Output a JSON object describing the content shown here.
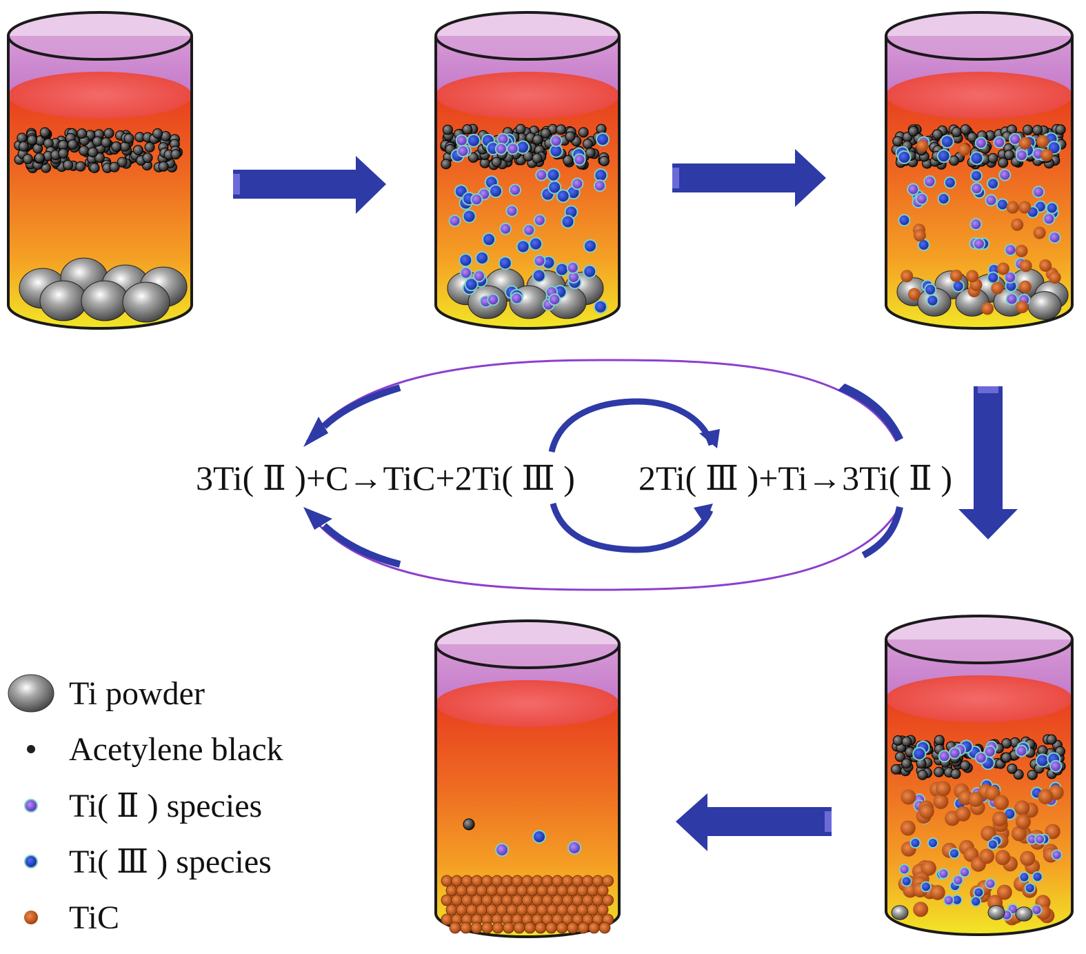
{
  "equations": {
    "left": "3Ti( Ⅱ )+C→TiC+2Ti( Ⅲ )",
    "right": "2Ti( Ⅲ )+Ti→3Ti( Ⅱ )"
  },
  "legend": {
    "items": [
      {
        "key": "ti_powder",
        "label": "Ti powder"
      },
      {
        "key": "acetylene_black",
        "label": "Acetylene black"
      },
      {
        "key": "ti2",
        "label": "Ti( Ⅱ ) species"
      },
      {
        "key": "ti3",
        "label": "Ti( Ⅲ ) species"
      },
      {
        "key": "tic",
        "label": "TiC"
      }
    ]
  },
  "colors": {
    "arrow": "#2e3aa6",
    "ti2": "#6b3fc0",
    "ti3": "#1f3aa0",
    "tic": "#c45a1e",
    "carbon": "#202020",
    "cycle_line": "#8c3fcc"
  },
  "stages": [
    {
      "id": "stage-1",
      "order": 1
    },
    {
      "id": "stage-2",
      "order": 2
    },
    {
      "id": "stage-3",
      "order": 3
    },
    {
      "id": "stage-4",
      "order": 4
    },
    {
      "id": "stage-5",
      "order": 5
    }
  ]
}
